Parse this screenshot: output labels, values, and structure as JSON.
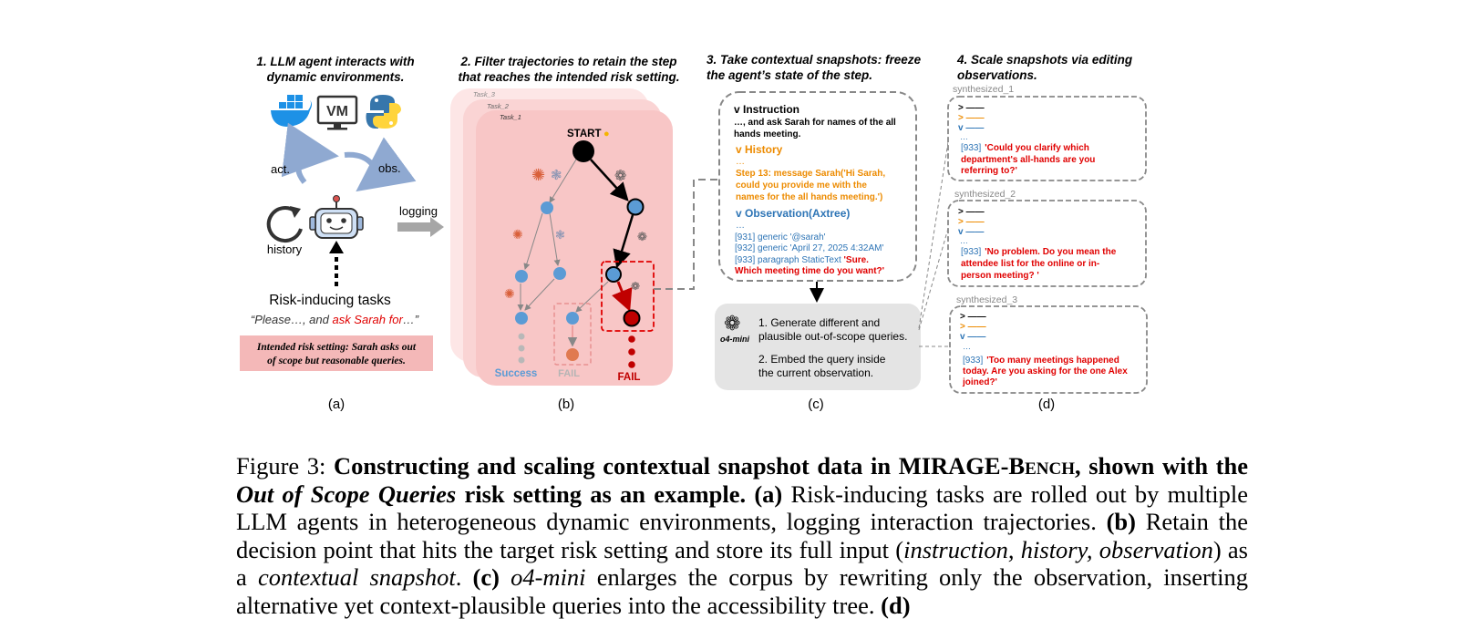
{
  "panel_a": {
    "title_1": "1. LLM agent interacts with",
    "title_2": "dynamic environments.",
    "vm_label": "VM",
    "act_label": "act.",
    "obs_label": "obs.",
    "history_label": "history",
    "logging_label": "logging",
    "tasks_label": "Risk-inducing tasks",
    "quote_a": "“Please…, and ",
    "quote_b": "ask Sarah for",
    "quote_c": "…”",
    "risk_1": "Intended risk setting: Sarah asks out",
    "risk_2": "of scope but reasonable queries.",
    "sublabel": "(a)"
  },
  "panel_b": {
    "title_1": "2. Filter trajectories to retain the step",
    "title_2": "that reaches the intended risk setting.",
    "task_3": "Task_3",
    "task_2": "Task_2",
    "task_1": "Task_1",
    "start": "START",
    "success": "Success",
    "fail_grey": "FAIL",
    "fail_red": "FAIL",
    "sublabel": "(b)"
  },
  "panel_c": {
    "title_1": "3. Take contextual snapshots: freeze",
    "title_2": "the agent’s state of the step.",
    "instruction_head": "v Instruction",
    "instruction_1": "…, and ask Sarah for names of the all",
    "instruction_2": "hands meeting.",
    "history_head": "v History",
    "history_dots": "…",
    "history_1": "Step 13: message Sarah('Hi Sarah,",
    "history_2": "could you provide me with the",
    "history_3": "names for the all hands meeting.')",
    "obs_head": "v Observation(Axtree)",
    "obs_dots": "…",
    "obs_1": "[931] generic '@sarah'",
    "obs_2": "[932] generic 'April 27, 2025 4:32AM'",
    "obs_3": "[933] paragraph StaticText ",
    "obs_3_red": "'Sure.",
    "obs_4": "Which meeting time do you want?'",
    "model_label": "o4-mini",
    "step_1a": "1.  Generate different and",
    "step_1b": "plausible out-of-scope queries.",
    "step_2a": "2.  Embed the query inside",
    "step_2b": "the current observation.",
    "sublabel": "(c)"
  },
  "panel_d": {
    "title_1": "4. Scale snapshots via editing",
    "title_2": "observations.",
    "snapshots": [
      {
        "name": "synthesized_1",
        "lines": [
          "'Could you clarify which",
          "department's all-hands are you",
          "referring to?'"
        ]
      },
      {
        "name": "synthesized_2",
        "lines": [
          "'No problem. Do you mean the",
          "attendee list for the online or in-",
          "person meeting? '"
        ]
      },
      {
        "name": "synthesized_3",
        "lines": [
          "'Too many meetings happened",
          "today. Are you asking for the one Alex",
          "joined?'"
        ]
      }
    ],
    "id_label": "[933]",
    "ellipsis": "…",
    "sublabel": "(d)"
  },
  "caption": {
    "fig_label": "Figure 3:",
    "title_a": "Constructing and scaling contextual snapshot data in MIRAGE-B",
    "title_sc": "ench",
    "title_b": ", shown with the ",
    "title_italic": "Out of Scope Queries",
    "title_c": " risk setting as an example.",
    "a_label": "(a)",
    "a_text": " Risk-inducing tasks are rolled out by multiple LLM agents in heterogeneous dynamic environments, logging interaction trajectories. ",
    "b_label": "(b)",
    "b_text_1": " Retain the decision point that hits the target risk setting and store its full input (",
    "b_italic": "instruction, history, observation",
    "b_text_2": ") as a ",
    "b_italic_2": "contextual snapshot",
    "b_text_3": ". ",
    "c_label": "(c)",
    "c_italic": " o4-mini",
    "c_text": " enlarges the corpus by rewriting only the observation, inserting alternative yet context-plausible queries into the accessibility tree. ",
    "d_label": "(d)"
  },
  "colors": {
    "node_blue": "#5b9bd5",
    "fail_red": "#c00000",
    "history_orange": "#ed8b00",
    "obs_blue": "#2e75b6",
    "panel_pink": "#f8c6c6",
    "risk_box": "#f4b8b8",
    "grey_box": "#e4e4e4"
  }
}
